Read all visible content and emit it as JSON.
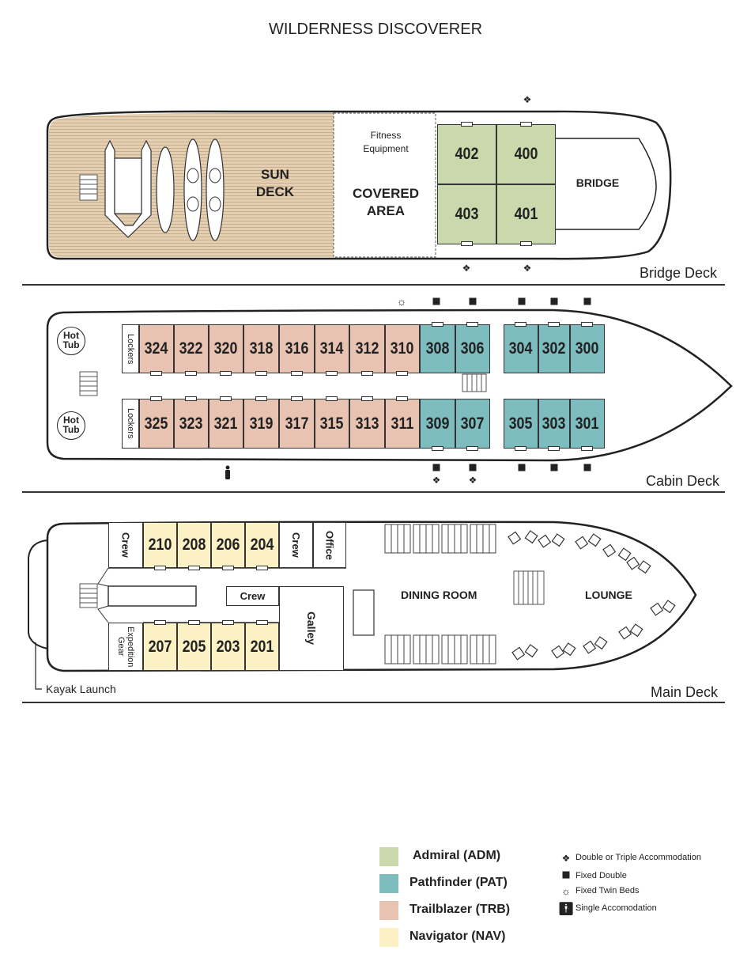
{
  "title": "WILDERNESS DISCOVERER",
  "colors": {
    "admiral": "#c9d9ac",
    "pathfinder": "#7dbcbf",
    "trailblazer": "#e9c3b2",
    "navigator": "#fbf1c4",
    "sun_deck": "#e4cfb2"
  },
  "bridge_deck": {
    "label": "Bridge Deck",
    "sun_deck": "SUN DECK",
    "fitness": "Fitness Equipment",
    "covered_area": "COVERED AREA",
    "bridge": "BRIDGE",
    "cabins": [
      {
        "num": "402",
        "cat": "admiral"
      },
      {
        "num": "400",
        "cat": "admiral"
      },
      {
        "num": "403",
        "cat": "admiral"
      },
      {
        "num": "401",
        "cat": "admiral"
      }
    ]
  },
  "cabin_deck": {
    "label": "Cabin Deck",
    "hot_tub": "Hot Tub",
    "lockers": "Lockers",
    "top_cabins": [
      "324",
      "322",
      "320",
      "318",
      "316",
      "314",
      "312",
      "310",
      "308",
      "306",
      "304",
      "302",
      "300"
    ],
    "bottom_cabins": [
      "325",
      "323",
      "321",
      "319",
      "317",
      "315",
      "313",
      "311",
      "309",
      "307",
      "305",
      "303",
      "301"
    ],
    "top_cats": [
      "trailblazer",
      "trailblazer",
      "trailblazer",
      "trailblazer",
      "trailblazer",
      "trailblazer",
      "trailblazer",
      "trailblazer",
      "pathfinder",
      "pathfinder",
      "pathfinder",
      "pathfinder",
      "pathfinder"
    ]
  },
  "main_deck": {
    "label": "Main Deck",
    "crew": "Crew",
    "office": "Office",
    "galley": "Galley",
    "expedition_gear": "Expedition Gear",
    "dining_room": "DINING ROOM",
    "lounge": "LOUNGE",
    "kayak_launch": "Kayak Launch",
    "top_cabins": [
      "210",
      "208",
      "206",
      "204"
    ],
    "bottom_cabins": [
      "207",
      "205",
      "203",
      "201"
    ]
  },
  "legend": {
    "categories": [
      {
        "label": "Admiral (ADM)",
        "color": "#c9d9ac"
      },
      {
        "label": "Pathfinder (PAT)",
        "color": "#7dbcbf"
      },
      {
        "label": "Trailblazer (TRB)",
        "color": "#e9c3b2"
      },
      {
        "label": "Navigator (NAV)",
        "color": "#fbf1c4"
      }
    ],
    "symbols": [
      {
        "icon": "double-triple-icon",
        "label": "Double or Triple Accommodation"
      },
      {
        "icon": "fixed-double-icon",
        "label": "Fixed Double"
      },
      {
        "icon": "twin-beds-icon",
        "label": "Fixed Twin Beds"
      },
      {
        "icon": "single-person-icon",
        "label": "Single Accomodation"
      }
    ]
  }
}
